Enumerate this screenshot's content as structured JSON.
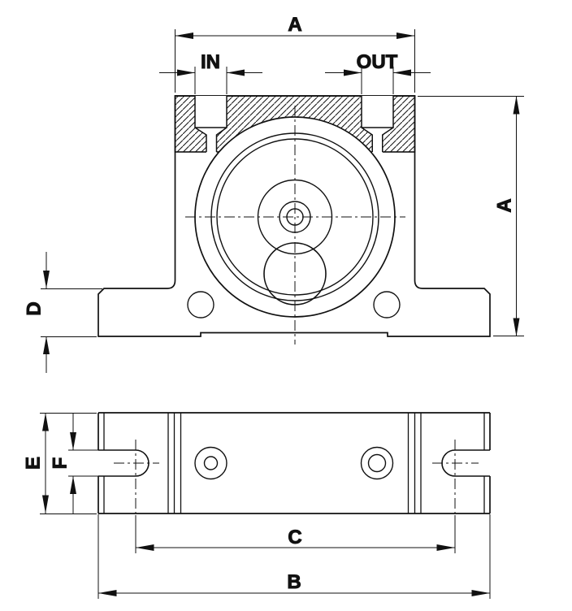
{
  "drawing": {
    "type": "technical-drawing",
    "subject": "pneumatic ball vibrator, front section view and base plan view",
    "colors": {
      "line": "#111111",
      "background": "#ffffff"
    },
    "labels": {
      "overall_width": "A",
      "overall_height": "A",
      "inlet": "IN",
      "outlet": "OUT",
      "foot_height": "D",
      "base_length": "B",
      "slot_centers": "C",
      "base_width": "E",
      "slot_width": "F"
    }
  }
}
